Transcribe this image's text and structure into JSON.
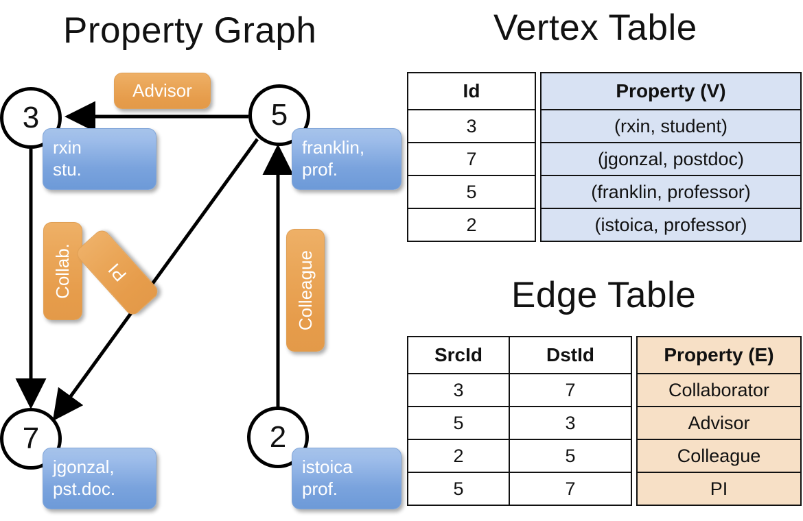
{
  "titles": {
    "property_graph": "Property Graph",
    "vertex_table": "Vertex Table",
    "edge_table": "Edge Table"
  },
  "graph": {
    "nodes": [
      {
        "id": "3",
        "label": "rxin",
        "label2": "stu."
      },
      {
        "id": "5",
        "label": "franklin,",
        "label2": "prof."
      },
      {
        "id": "7",
        "label": "jgonzal,",
        "label2": "pst.doc."
      },
      {
        "id": "2",
        "label": "istoica",
        "label2": "prof."
      }
    ],
    "edge_labels": {
      "advisor": "Advisor",
      "collab": "Collab.",
      "pi": "PI",
      "colleague": "Colleague"
    }
  },
  "vertex_table": {
    "headers": [
      "Id",
      "Property (V)"
    ],
    "rows": [
      {
        "id": "3",
        "property": "(rxin, student)"
      },
      {
        "id": "7",
        "property": "(jgonzal, postdoc)"
      },
      {
        "id": "5",
        "property": "(franklin, professor)"
      },
      {
        "id": "2",
        "property": "(istoica, professor)"
      }
    ]
  },
  "edge_table": {
    "headers": [
      "SrcId",
      "DstId",
      "Property (E)"
    ],
    "rows": [
      {
        "src": "3",
        "dst": "7",
        "property": "Collaborator"
      },
      {
        "src": "5",
        "dst": "3",
        "property": "Advisor"
      },
      {
        "src": "2",
        "dst": "5",
        "property": "Colleague"
      },
      {
        "src": "5",
        "dst": "7",
        "property": "PI"
      }
    ]
  },
  "colors": {
    "vertex_property_fill": "#d8e2f3",
    "edge_property_fill": "#f7e0c6",
    "node_box_blue": "#7aa3dd",
    "edge_label_orange": "#e8a552",
    "stroke": "#111111",
    "background": "#ffffff"
  }
}
